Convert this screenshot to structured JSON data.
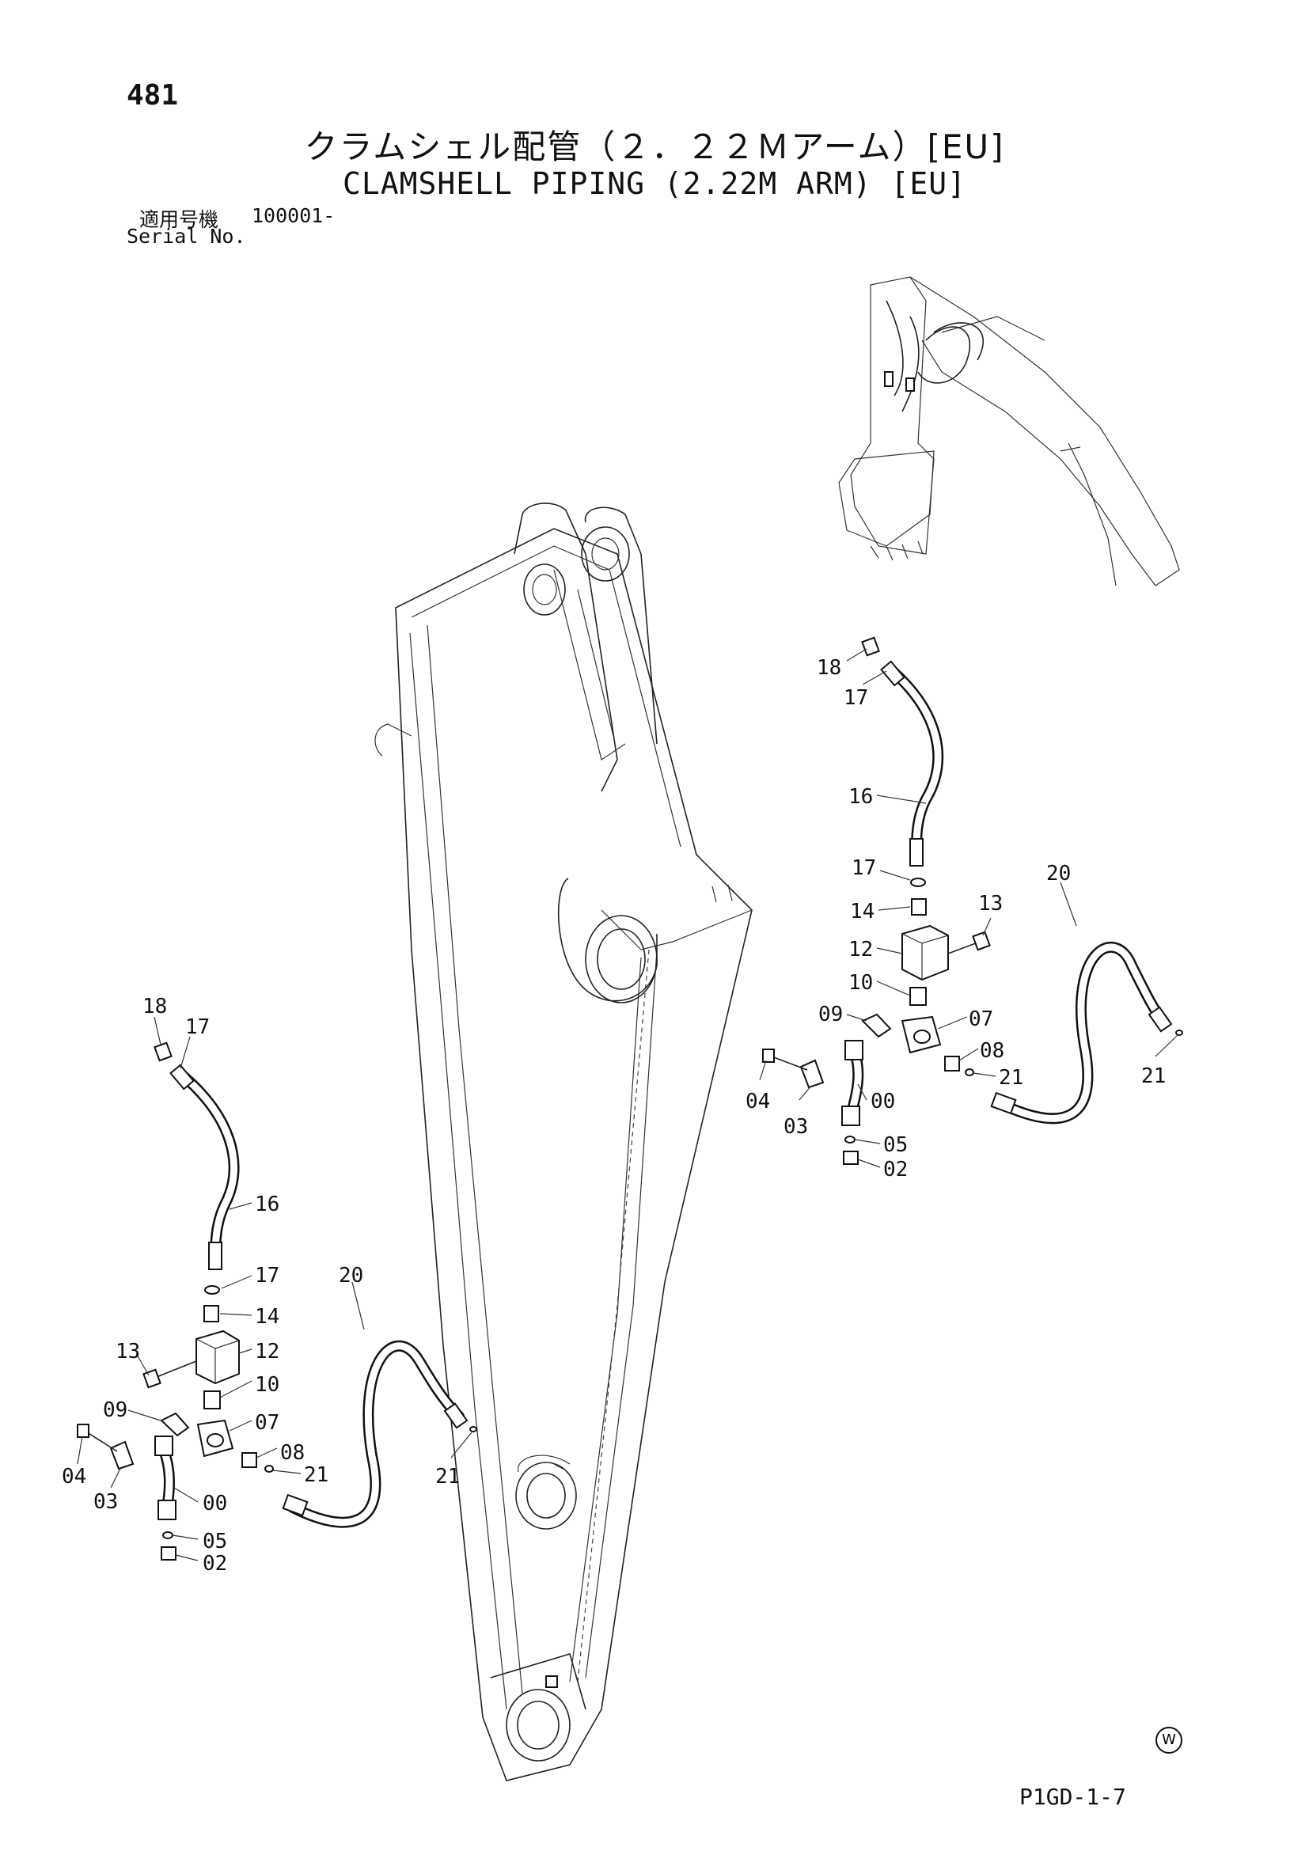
{
  "page_number": "481",
  "title_jp": "クラムシェル配管（２．２２Ｍアーム）[EU]",
  "title_en": "CLAMSHELL PIPING (2.22M ARM) [EU]",
  "serial": {
    "label_jp": "適用号機",
    "number": "100001-",
    "label_en": "Serial No."
  },
  "footer_code": "P1GD-1-7",
  "manufacturer_mark": "W",
  "callouts_right": [
    "18",
    "17",
    "16",
    "17",
    "14",
    "13",
    "12",
    "10",
    "09",
    "07",
    "08",
    "21",
    "04",
    "03",
    "00",
    "05",
    "02",
    "20",
    "21"
  ],
  "callouts_left": [
    "18",
    "17",
    "16",
    "17",
    "14",
    "13",
    "12",
    "10",
    "09",
    "07",
    "08",
    "21",
    "04",
    "03",
    "00",
    "05",
    "02",
    "20",
    "21"
  ]
}
